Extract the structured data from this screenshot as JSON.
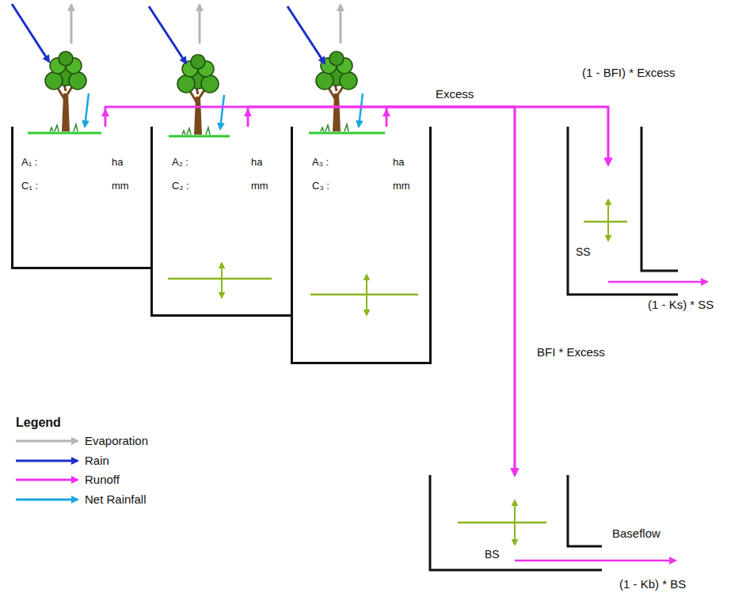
{
  "diagram": {
    "nodes": [
      {
        "text": [
          "A₁ :",
          "ha",
          "C₁ :",
          "mm"
        ]
      },
      {
        "text": [
          "A₂ :",
          "ha",
          "C₂ :",
          "mm"
        ]
      },
      {
        "text": [
          "A₃ :",
          "ha",
          "C₃ :",
          "mm"
        ]
      },
      {
        "text": [
          "SS"
        ]
      },
      {
        "text": [
          "BS"
        ]
      }
    ],
    "edges": [
      {
        "from": 0,
        "to": 3,
        "arrow": "to"
      },
      {
        "from": 0,
        "to": 4,
        "arrow": "to"
      },
      {
        "from": 1,
        "to": 3,
        "arrow": "to"
      },
      {
        "from": 1,
        "to": 4,
        "arrow": "to"
      },
      {
        "from": 2,
        "to": 3,
        "arrow": "to"
      },
      {
        "from": 2,
        "to": 4,
        "arrow": "to"
      }
    ],
    "labels": [
      "Excess",
      "(1 - BFI) * Excess",
      "(1 - Ks) * SS",
      "BFI * Excess",
      "Baseflow",
      "(1 - Kb) * BS",
      "Legend"
    ],
    "legend": [
      {
        "text": "Evaporation"
      },
      {
        "text": "Rain"
      },
      {
        "text": "Runoff"
      },
      {
        "text": "Net Rainfall"
      }
    ]
  }
}
